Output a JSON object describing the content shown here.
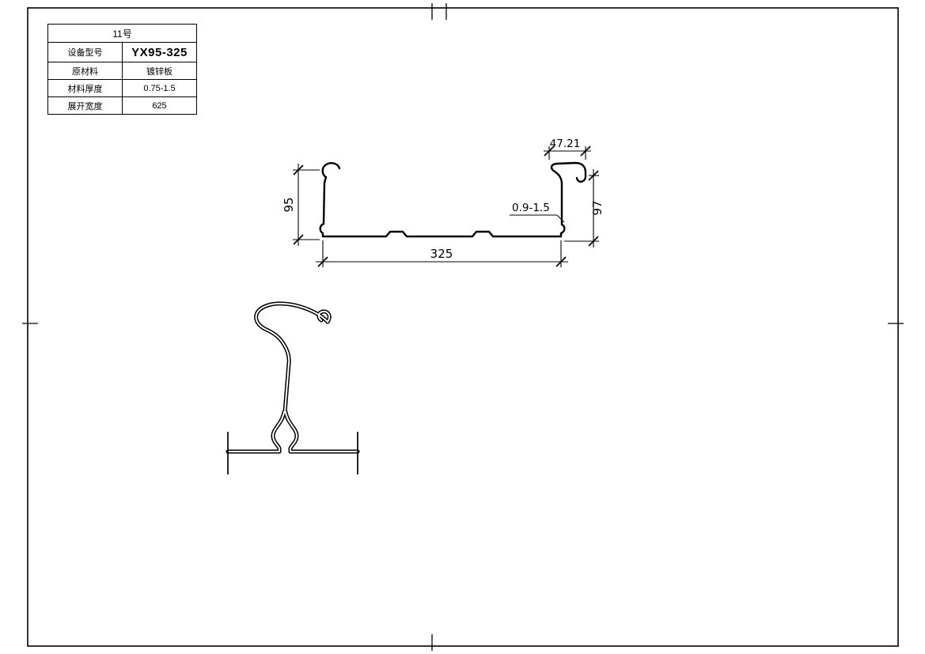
{
  "table": {
    "title": "11号",
    "rows": [
      {
        "label": "设备型号",
        "value": "YX95-325"
      },
      {
        "label": "原材料",
        "value": "镀锌板"
      },
      {
        "label": "材料厚度",
        "value": "0.75-1.5"
      },
      {
        "label": "展开宽度",
        "value": "625"
      }
    ]
  },
  "drawing": {
    "dimensions": {
      "top_width": "47.21",
      "left_height": "95",
      "right_height": "97",
      "thickness_range": "0.9-1.5",
      "bottom_width": "325"
    }
  },
  "colors": {
    "line": "#000000",
    "background": "#ffffff"
  }
}
